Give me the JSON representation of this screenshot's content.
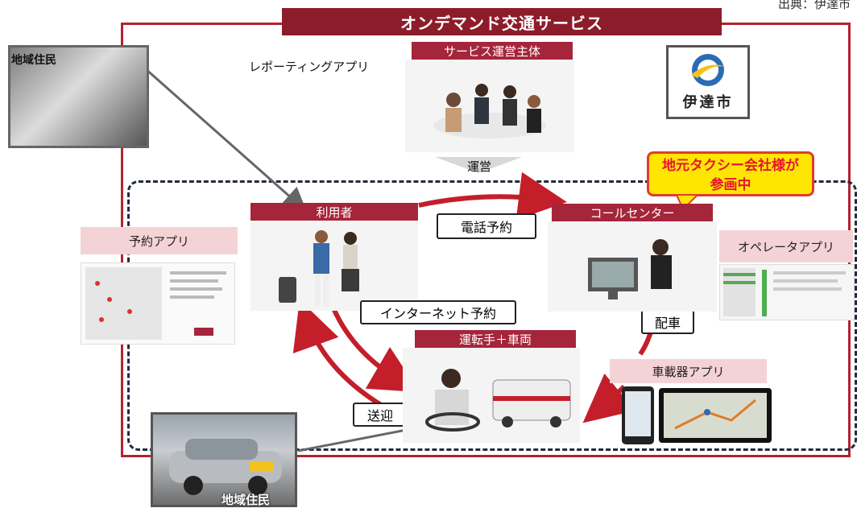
{
  "header": {
    "title": "オンデマンド交通サービス",
    "corner_text": "出典：伊達市"
  },
  "residents": {
    "top_label": "地域住民",
    "bottom_label": "地域住民",
    "reporting_app": "レポーティングアプリ"
  },
  "operator_entity": {
    "label": "サービス運営主体",
    "operate": "運営",
    "city_name": "伊達市"
  },
  "callout": {
    "line1": "地元タクシー会社様が",
    "line2": "参画中"
  },
  "user": {
    "label": "利用者",
    "booking_app": "予約アプリ"
  },
  "call_center": {
    "label": "コールセンター",
    "operator_app": "オペレータアプリ"
  },
  "driver": {
    "label": "運転手＋車両",
    "vehicle_app": "車載器アプリ"
  },
  "flows": {
    "phone": "電話予約",
    "internet": "インターネット予約",
    "dispatch": "配車",
    "pickup": "送迎"
  },
  "colors": {
    "accent": "#a5253a",
    "callout_fill": "#ffe600",
    "callout_text": "#e5162e"
  }
}
